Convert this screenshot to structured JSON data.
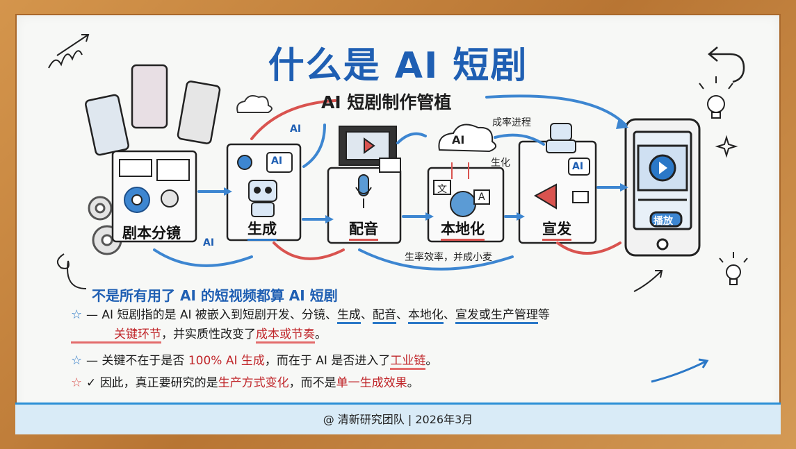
{
  "title": "什么是 AI 短剧",
  "pipeline": {
    "title": "AI 短剧制作管植",
    "stages": [
      "剧本分镜",
      "生成",
      "配音",
      "本地化",
      "宣发"
    ],
    "phone_button": "播放",
    "annotations": {
      "ai_top": "AI",
      "ai_bottom": "AI",
      "ai_gen_icon": "AI",
      "ai_cloud": "AI",
      "ai_promo": "AI",
      "progress": "成率进程",
      "gen_label": "生化",
      "efficiency": "生率效率，并成小麦",
      "translate_wen": "文",
      "translate_a": "A"
    }
  },
  "subtitle": "不是所有用了 AI 的短视频都算 AI 短剧",
  "bullets": [
    {
      "marker": "☆ —",
      "parts": [
        "AI 短剧指的是 AI 被嵌入到短剧开发、分镜、",
        "生成",
        "、",
        "配音",
        "、",
        "本地化",
        "、",
        "宣发或生产管理",
        "等"
      ],
      "line2": [
        "关键环节",
        "，并实质性改变了",
        "成本或节奏",
        "。"
      ]
    },
    {
      "marker": "☆ —",
      "parts": [
        "关键不在于是否 ",
        "100% AI 生成",
        "，而在于 AI 是否进入了",
        "工业链",
        "。"
      ]
    },
    {
      "marker": "☆ ✓",
      "parts": [
        "因此，真正要研究的是",
        "生产方式变化",
        "，而不是",
        "单一生成效果",
        "。"
      ]
    }
  ],
  "footer": "@ 清新研究团队 | 2026年3月",
  "colors": {
    "blue": "#1f5fb3",
    "red": "#c0262a",
    "frame": "#c8873f"
  }
}
